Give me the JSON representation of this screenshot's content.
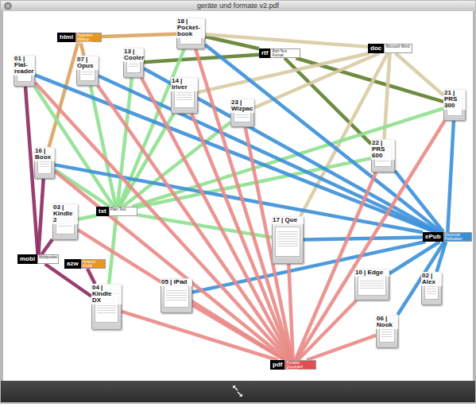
{
  "diagram": {
    "title": "geräte und formate v2.pdf",
    "nodes": [
      {
        "text": [
          "18 | Pocket-book"
        ]
      },
      {
        "text": [
          "html",
          "Hypertext Markup Language"
        ]
      },
      {
        "text": [
          "doc",
          "Microsoft Word"
        ]
      },
      {
        "text": [
          "rtf",
          "Rich Text Format"
        ]
      },
      {
        "text": [
          "13 | Cooler"
        ]
      },
      {
        "text": [
          "01 | Flat-reader"
        ]
      },
      {
        "text": [
          "07 | Opus"
        ]
      },
      {
        "text": [
          "14 | Iriver"
        ]
      },
      {
        "text": [
          "21 | PRS 300"
        ]
      },
      {
        "text": [
          "23 | Wizpac"
        ]
      },
      {
        "text": [
          "22 | PRS 600"
        ]
      },
      {
        "text": [
          "16 | Boox"
        ]
      },
      {
        "text": [
          "txt",
          "Plain Text"
        ]
      },
      {
        "text": [
          "03 | Kindle 2"
        ]
      },
      {
        "text": [
          "ePub",
          "Electronic Publication"
        ]
      },
      {
        "text": [
          "17 | Que"
        ]
      },
      {
        "text": [
          "mobi",
          "Mobipocket"
        ]
      },
      {
        "text": [
          "azw",
          "Amazon Kindle"
        ]
      },
      {
        "text": [
          "10 | Edge"
        ]
      },
      {
        "text": [
          "02 | Alex"
        ]
      },
      {
        "text": [
          "05 | iPad"
        ]
      },
      {
        "text": [
          "04 | Kindle DX"
        ]
      },
      {
        "text": [
          "06 | Nook"
        ]
      },
      {
        "text": [
          "pdf",
          "Portable Document Format"
        ]
      }
    ],
    "edges": [
      {
        "from": 1,
        "to": 0,
        "arrow": "none"
      },
      {
        "from": 1,
        "to": 6,
        "arrow": "none"
      },
      {
        "from": 1,
        "to": 11,
        "arrow": "none"
      },
      {
        "from": 3,
        "to": 0,
        "arrow": "none"
      },
      {
        "from": 3,
        "to": 4,
        "arrow": "none"
      },
      {
        "from": 3,
        "to": 8,
        "arrow": "none"
      },
      {
        "from": 3,
        "to": 10,
        "arrow": "none"
      },
      {
        "from": 2,
        "to": 0,
        "arrow": "none"
      },
      {
        "from": 2,
        "to": 8,
        "arrow": "none"
      },
      {
        "from": 2,
        "to": 7,
        "arrow": "none"
      },
      {
        "from": 2,
        "to": 9,
        "arrow": "none"
      },
      {
        "from": 2,
        "to": 10,
        "arrow": "none"
      },
      {
        "from": 2,
        "to": 15,
        "arrow": "none"
      },
      {
        "from": 12,
        "to": 5,
        "arrow": "none"
      },
      {
        "from": 12,
        "to": 6,
        "arrow": "none"
      },
      {
        "from": 12,
        "to": 4,
        "arrow": "none"
      },
      {
        "from": 12,
        "to": 0,
        "arrow": "none"
      },
      {
        "from": 12,
        "to": 7,
        "arrow": "none"
      },
      {
        "from": 12,
        "to": 9,
        "arrow": "none"
      },
      {
        "from": 12,
        "to": 8,
        "arrow": "none"
      },
      {
        "from": 12,
        "to": 10,
        "arrow": "none"
      },
      {
        "from": 12,
        "to": 11,
        "arrow": "none"
      },
      {
        "from": 12,
        "to": 13,
        "arrow": "none"
      },
      {
        "from": 12,
        "to": 21,
        "arrow": "none"
      },
      {
        "from": 12,
        "to": 15,
        "arrow": "none"
      },
      {
        "from": 16,
        "to": 5,
        "arrow": "none"
      },
      {
        "from": 16,
        "to": 11,
        "arrow": "none"
      },
      {
        "from": 16,
        "to": 13,
        "arrow": "none"
      },
      {
        "from": 16,
        "to": 21,
        "arrow": "none"
      },
      {
        "from": 17,
        "to": 21,
        "arrow": "none"
      },
      {
        "from": 14,
        "to": 5,
        "arrow": "none"
      },
      {
        "from": 14,
        "to": 6,
        "arrow": "none"
      },
      {
        "from": 14,
        "to": 0,
        "arrow": "none"
      },
      {
        "from": 14,
        "to": 4,
        "arrow": "none"
      },
      {
        "from": 14,
        "to": 11,
        "arrow": "none"
      },
      {
        "from": 14,
        "to": 20,
        "arrow": "none"
      },
      {
        "from": 14,
        "to": 15,
        "arrow": "none"
      },
      {
        "from": 14,
        "to": 8,
        "arrow": "none"
      },
      {
        "from": 14,
        "to": 10,
        "arrow": "none"
      },
      {
        "from": 14,
        "to": 19,
        "arrow": "none"
      },
      {
        "from": 14,
        "to": 22,
        "arrow": "none"
      },
      {
        "from": 14,
        "to": 18,
        "arrow": "none"
      },
      {
        "from": 23,
        "to": 5,
        "arrow": "none"
      },
      {
        "from": 23,
        "to": 6,
        "arrow": "none"
      },
      {
        "from": 23,
        "to": 4,
        "arrow": "none"
      },
      {
        "from": 23,
        "to": 0,
        "arrow": "none"
      },
      {
        "from": 23,
        "to": 7,
        "arrow": "none"
      },
      {
        "from": 23,
        "to": 9,
        "arrow": "none"
      },
      {
        "from": 23,
        "to": 8,
        "arrow": "none"
      },
      {
        "from": 23,
        "to": 10,
        "arrow": "none"
      },
      {
        "from": 23,
        "to": 13,
        "arrow": "none"
      },
      {
        "from": 23,
        "to": 21,
        "arrow": "none"
      },
      {
        "from": 23,
        "to": 20,
        "arrow": "none"
      },
      {
        "from": 23,
        "to": 15,
        "arrow": "none"
      },
      {
        "from": 23,
        "to": 18,
        "arrow": "none"
      },
      {
        "from": 23,
        "to": 22,
        "arrow": "none"
      },
      {
        "from": 23,
        "to": 11,
        "arrow": "none"
      }
    ]
  }
}
